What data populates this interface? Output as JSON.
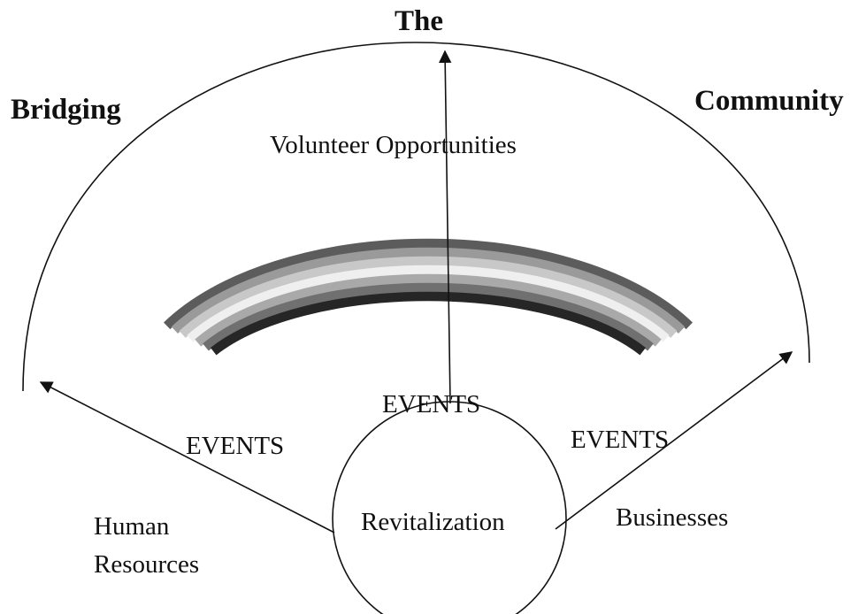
{
  "titles": {
    "left": "Bridging",
    "center": "The",
    "right": "Community"
  },
  "labels": {
    "volunteer": "Volunteer Opportunities",
    "events_center": "EVENTS",
    "events_left": "EVENTS",
    "events_right": "EVENTS",
    "human_resources_line1": "Human",
    "human_resources_line2": "Resources",
    "businesses": "Businesses",
    "hub": "Revitalization"
  },
  "rainbow_colors": [
    "#5c5c5c",
    "#9a9a9a",
    "#c8c8c8",
    "#efefef",
    "#a9a9a9",
    "#707070",
    "#262626"
  ]
}
